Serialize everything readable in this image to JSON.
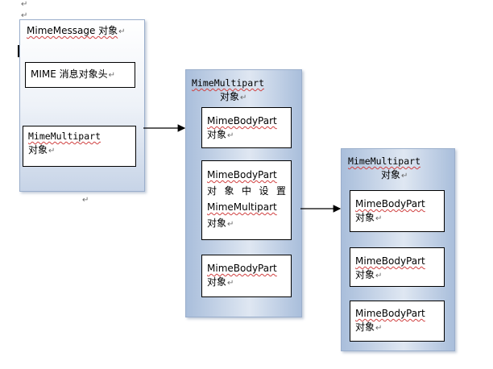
{
  "diagram": {
    "left_panel": {
      "title": "MimeMessage 对象",
      "header_box": "MIME 消息对象头",
      "multipart_box": {
        "name": "MimeMultipart",
        "suffix": "对象"
      }
    },
    "middle_panel": {
      "title": {
        "name": "MimeMultipart",
        "suffix": "对象"
      },
      "part1": {
        "name": "MimeBodyPart",
        "suffix": "对象"
      },
      "part2": {
        "name": "MimeBodyPart",
        "line2": "对象中设置",
        "name2": "MimeMultipart",
        "suffix": "对象"
      },
      "part3": {
        "name": "MimeBodyPart",
        "suffix": "对象"
      }
    },
    "right_panel": {
      "title": {
        "name": "MimeMultipart",
        "suffix": "对象"
      },
      "part1": {
        "name": "MimeBodyPart",
        "suffix": "对象"
      },
      "part2": {
        "name": "MimeBodyPart",
        "suffix": "对象"
      },
      "part3": {
        "name": "MimeBodyPart",
        "suffix": "对象"
      }
    }
  },
  "colors": {
    "panel_border": "#9aaecb",
    "panel_blue": "#a9bedb",
    "spell_underline": "#d04040",
    "paragraph_mark": "#6b6b6b"
  }
}
